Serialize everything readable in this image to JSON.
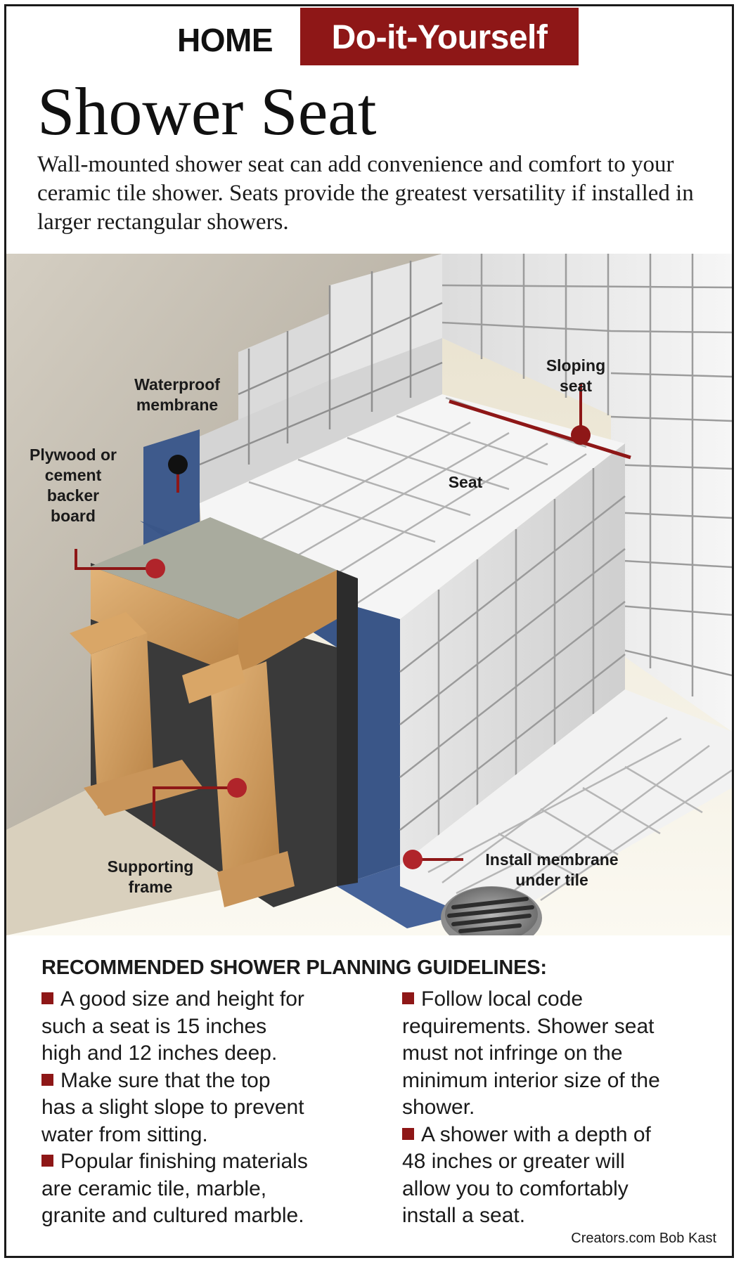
{
  "header": {
    "section": "HOME",
    "tag": "Do-it-Yourself"
  },
  "title": "Shower Seat",
  "intro": "Wall-mounted shower seat can add convenience and comfort to your ceramic tile shower. Seats provide the greatest versatility if installed in larger rectangular showers.",
  "diagram": {
    "labels": {
      "waterproof_membrane": [
        "Waterproof",
        "membrane"
      ],
      "plywood": [
        "Plywood or",
        "cement",
        "backer",
        "board"
      ],
      "sloping_seat": [
        "Sloping",
        "seat"
      ],
      "seat": "Seat",
      "supporting_frame": [
        "Supporting",
        "frame"
      ],
      "install_membrane": [
        "Install membrane",
        "under tile"
      ]
    },
    "colors": {
      "accent": "#8e1717",
      "marker_red": "#b0242a",
      "marker_black": "#111111",
      "membrane_blue": "#3e5a8c",
      "tile_white": "#f2f2f2",
      "grout": "#a9a9a9",
      "wood": "#d9a667",
      "backer_board": "#a9ab9e"
    }
  },
  "guidelines": {
    "heading": "RECOMMENDED SHOWER PLANNING GUIDELINES:",
    "left": [
      [
        "A good size and height for",
        "such a seat is 15 inches",
        "high and 12 inches deep."
      ],
      [
        "Make sure that the top",
        "has a slight slope to prevent",
        "water from sitting."
      ],
      [
        "Popular finishing materials",
        "are ceramic tile, marble,",
        "granite and cultured marble."
      ]
    ],
    "right": [
      [
        "Follow local code",
        "requirements. Shower seat",
        "must not infringe on the",
        "minimum interior size of the",
        "shower."
      ],
      [
        "A shower with a depth of",
        "48 inches or greater will",
        "allow you to comfortably",
        "install a seat."
      ]
    ]
  },
  "credit": "Creators.com Bob Kast"
}
